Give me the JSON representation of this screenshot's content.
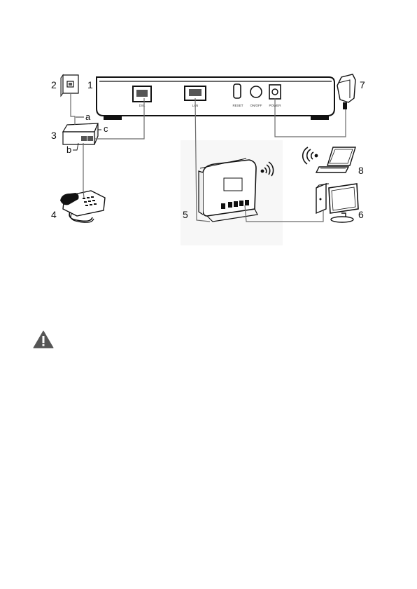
{
  "callouts": {
    "n1": "1",
    "n2": "2",
    "n3": "3",
    "n4": "4",
    "n5": "5",
    "n6": "6",
    "n7": "7",
    "n8": "8",
    "a": "a",
    "b": "b",
    "c": "c"
  },
  "ports": {
    "dsl": "DSL",
    "lan": "LAN",
    "reset": "RESET",
    "onoff": "ON/OFF",
    "power": "POWER"
  },
  "icons": {
    "warning": "warning-icon"
  },
  "colors": {
    "line": "#6b6b6b",
    "device": "#1a1a1a",
    "background": "#ffffff",
    "shade": "#f0f0f0"
  }
}
